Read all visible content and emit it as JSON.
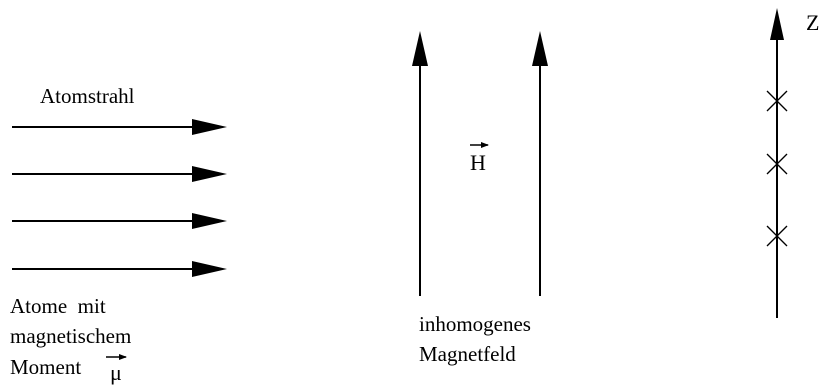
{
  "beam": {
    "label": "Atomstrahl",
    "arrow_count": 4
  },
  "atoms": {
    "line1": "Atome  mit",
    "line2": "magnetischem",
    "line3": "Moment",
    "moment_symbol": "μ"
  },
  "field": {
    "symbol": "H",
    "line1": "inhomogenes",
    "line2": "Magnetfeld"
  },
  "axis": {
    "label": "Z",
    "marker_count": 3
  },
  "colors": {
    "ink": "#000000",
    "background": "#ffffff"
  }
}
